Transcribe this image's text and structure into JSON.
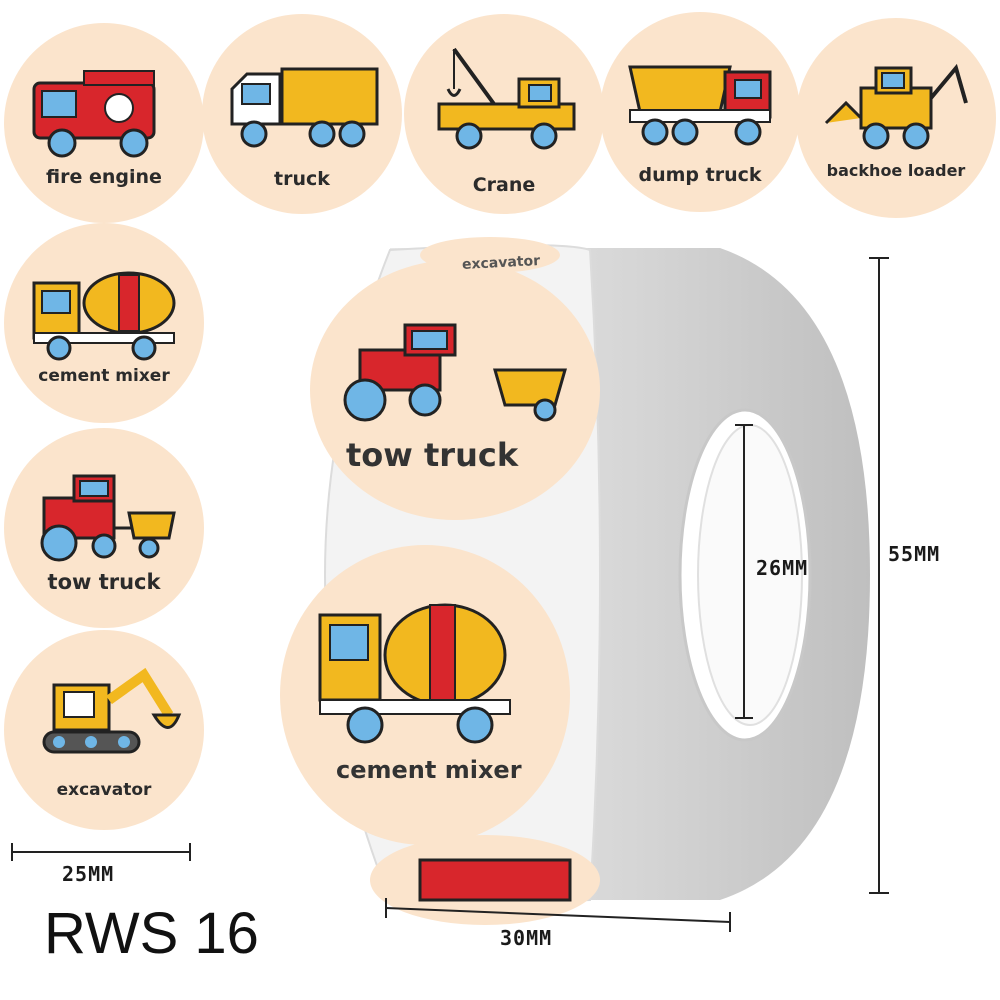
{
  "stickers": [
    {
      "label": "fire engine",
      "icon": "fire-engine-icon"
    },
    {
      "label": "truck",
      "icon": "truck-icon"
    },
    {
      "label": "Crane",
      "icon": "crane-icon"
    },
    {
      "label": "dump truck",
      "icon": "dump-truck-icon"
    },
    {
      "label": "backhoe loader",
      "icon": "backhoe-loader-icon"
    },
    {
      "label": "cement mixer",
      "icon": "cement-mixer-icon"
    },
    {
      "label": "tow truck",
      "icon": "tow-truck-icon"
    },
    {
      "label": "excavator",
      "icon": "excavator-icon"
    }
  ],
  "roll": {
    "top_label": "excavator",
    "front_label": "tow truck",
    "second_label": "cement mixer"
  },
  "dimensions": {
    "sticker_diameter": "25MM",
    "roll_width": "30MM",
    "core_diameter": "26MM",
    "roll_diameter": "55MM"
  },
  "product_code": "RWS 16",
  "colors": {
    "sticker_bg": "#fbe4cc",
    "red": "#d8262c",
    "yellow": "#f2b81f",
    "blue": "#6fb6e6"
  }
}
